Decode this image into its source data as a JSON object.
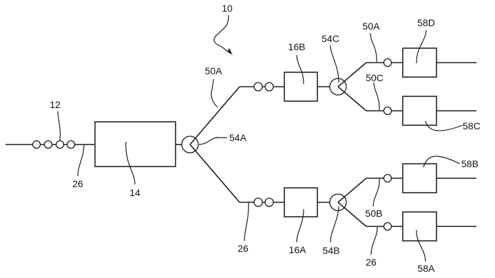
{
  "figure": {
    "title_ref": "10",
    "source": {
      "ref": "12",
      "signal_count": 4
    },
    "main_unit": {
      "ref": "14"
    },
    "fiber_ref": "26",
    "splitters": [
      {
        "id": "splitter-a",
        "ref": "54A"
      },
      {
        "id": "splitter-b",
        "ref": "54B"
      },
      {
        "id": "splitter-c",
        "ref": "54C"
      }
    ],
    "units": [
      {
        "id": "unit-16a",
        "ref": "16A"
      },
      {
        "id": "unit-16b",
        "ref": "16B"
      },
      {
        "id": "unit-58a",
        "ref": "58A"
      },
      {
        "id": "unit-58b",
        "ref": "58B"
      },
      {
        "id": "unit-58c",
        "ref": "58C"
      },
      {
        "id": "unit-58d",
        "ref": "58D"
      }
    ],
    "links": [
      {
        "id": "link-50a-upper",
        "ref": "50A"
      },
      {
        "id": "link-50a-right",
        "ref": "50A"
      },
      {
        "id": "link-50b",
        "ref": "50B"
      },
      {
        "id": "link-50c",
        "ref": "50C"
      },
      {
        "id": "link-26-left",
        "ref": "26"
      },
      {
        "id": "link-26-mid",
        "ref": "26"
      },
      {
        "id": "link-26-right",
        "ref": "26"
      }
    ],
    "colors": {
      "line": "#1a1a1a",
      "box": "#3a3a3a",
      "marker": "#33aa33"
    }
  }
}
